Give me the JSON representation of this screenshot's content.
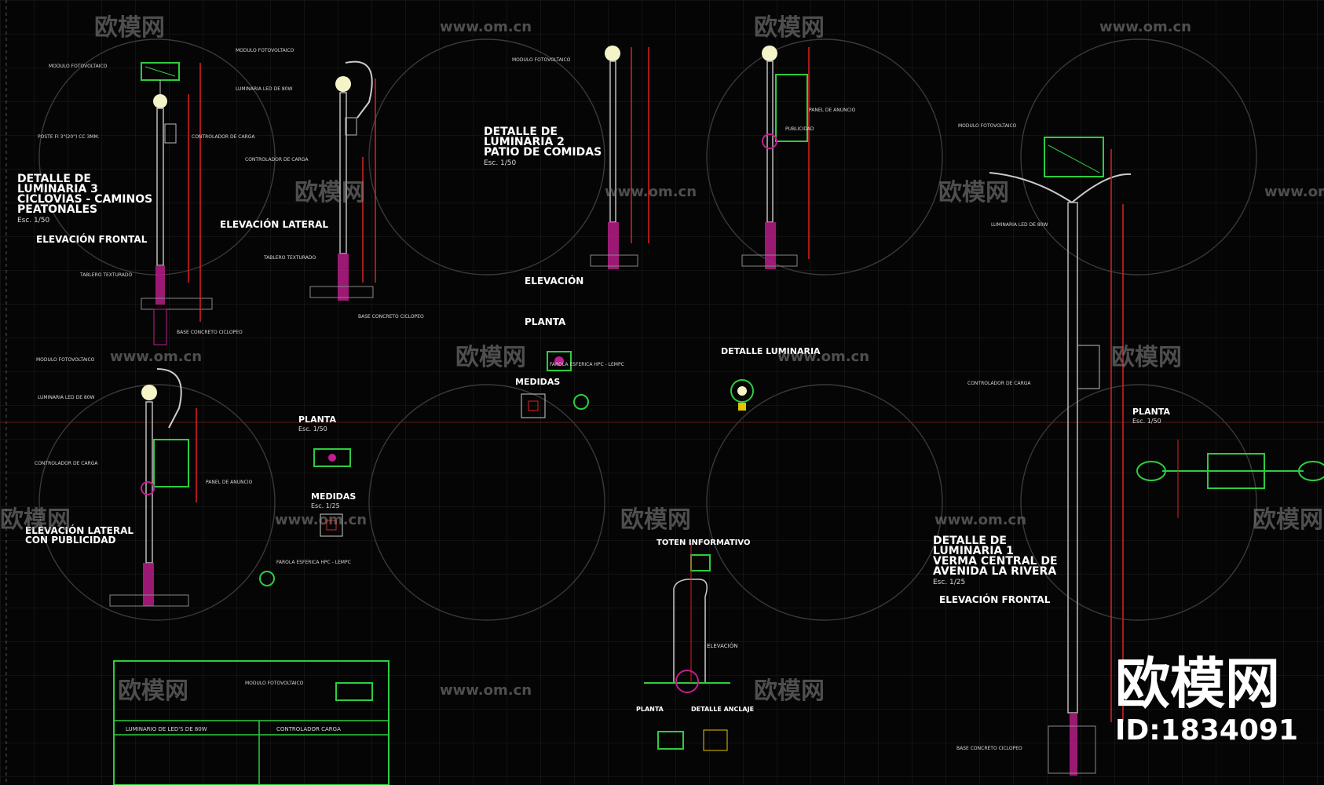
{
  "watermarks": {
    "brand": "欧模网",
    "url": "www.om.cn",
    "big_brand": "欧模网",
    "id_label": "ID:1834091"
  },
  "titles": {
    "luminaria3": [
      "DETALLE DE",
      "LUMINARIA 3",
      "CICLOVIAS - CAMINOS",
      "PEATONALES"
    ],
    "luminaria3_scale": "Esc. 1/50",
    "luminaria2": [
      "DETALLE DE",
      "LUMINARIA 2",
      "PATIO DE COMIDAS"
    ],
    "luminaria2_scale": "Esc. 1/50",
    "luminaria1": [
      "DETALLE DE",
      "LUMINARIA 1",
      "VERMA CENTRAL DE",
      "AVENIDA LA RIVERA"
    ],
    "luminaria1_scale": "Esc. 1/25",
    "elev_frontal_1": "ELEVACIÓN FRONTAL",
    "elev_lateral_1": "ELEVACIÓN LATERAL",
    "elev_lateral_pub": [
      "ELEVACIÓN LATERAL",
      "CON PUBLICIDAD"
    ],
    "planta_1": "PLANTA",
    "planta_1_scale": "Esc. 1/50",
    "medidas_1": "MEDIDAS",
    "medidas_1_scale": "Esc. 1/25",
    "elevacion_2": "ELEVACIÓN",
    "planta_2": "PLANTA",
    "medidas_2": "MEDIDAS",
    "detalle_luminaria": "DETALLE LUMINARIA",
    "totem": "TOTEN INFORMATIVO",
    "planta_totem": "PLANTA",
    "detalle_anclaje": "DETALLE ANCLAJE",
    "planta_3": "PLANTA",
    "planta_3_scale": "Esc. 1/50",
    "elev_frontal_3": "ELEVACIÓN FRONTAL",
    "elevacion_totem": "ELEVACIÓN"
  },
  "notes": {
    "modulo": "MODULO FOTOVOLTAICO",
    "luminaria_led": "LUMINARIA LED DE 80W",
    "poste": "POSTE FI 3\"(20\") CC 3MM.",
    "controlador": "CONTROLADOR DE CARGA",
    "tablero": "TABLERO TEXTURADO",
    "base": "BASE CONCRETO CICLOPEO",
    "publicidad": "PUBLICIDAD",
    "panel": "PANEL DE ANUNCIO",
    "farola": "FAROLA ESFERICA HPC - LEMPC"
  },
  "table": {
    "col1_header": "LUMINARIO DE LED'S DE 80W",
    "col2_header": "CONTROLADOR CARGA"
  }
}
